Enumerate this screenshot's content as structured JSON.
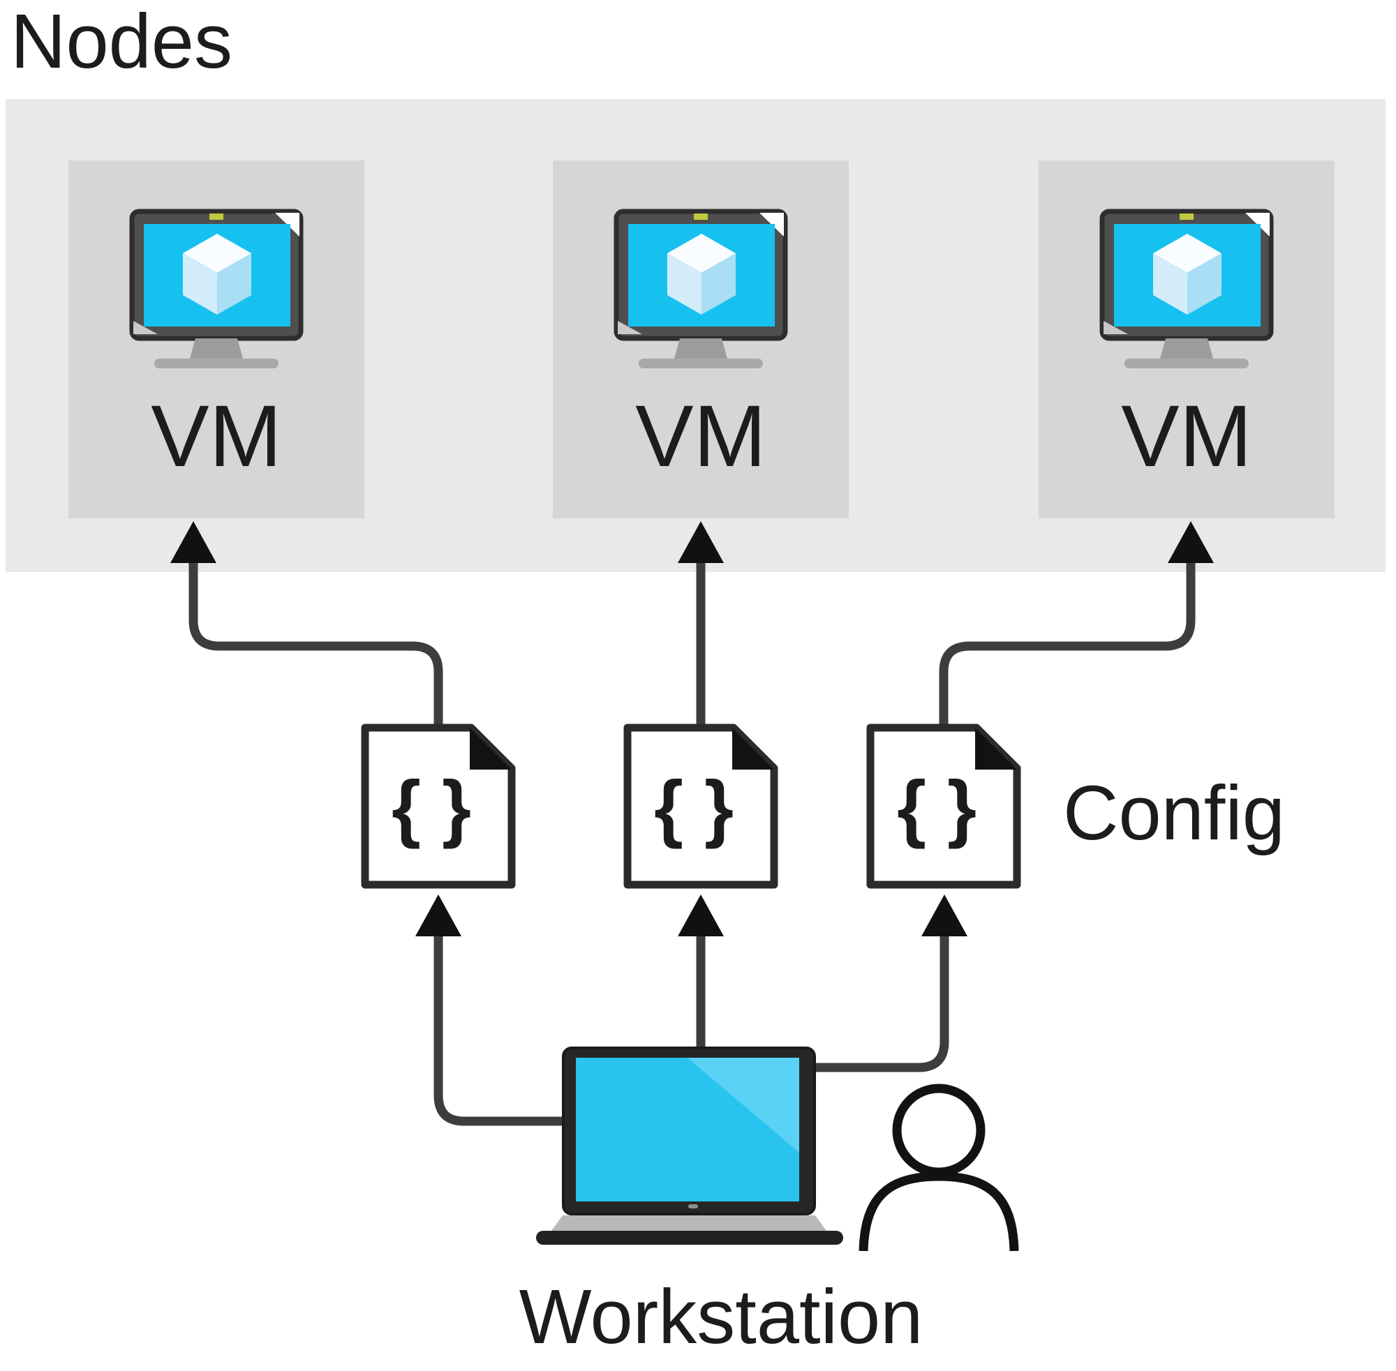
{
  "diagram_title": "Nodes",
  "nodes_region": {
    "label": "Nodes",
    "vms": [
      {
        "label": "VM"
      },
      {
        "label": "VM"
      },
      {
        "label": "VM"
      }
    ]
  },
  "configs": {
    "label": "Config",
    "files": [
      {
        "glyph": "{ }"
      },
      {
        "glyph": "{ }"
      },
      {
        "glyph": "{ }"
      }
    ]
  },
  "workstation": {
    "label": "Workstation"
  },
  "icons": {
    "vm": "monitor-with-cube-icon",
    "config": "json-file-icon",
    "workstation": "laptop-icon",
    "user": "person-icon",
    "connector": "elbow-arrow"
  },
  "colors": {
    "band": "#e9e9e9",
    "node_box": "#d6d6d6",
    "text": "#1c1c1c",
    "line": "#3d3d3d",
    "arrow": "#111111",
    "monitor_frame": "#4f4f4f",
    "monitor_frame_dark": "#2e2e2e",
    "screen_cyan": "#17c1ef",
    "laptop_screen": "#29c3ef",
    "laptop_highlight": "#5ad2f6",
    "laptop_dark": "#262626",
    "cube_top": "#fafdff",
    "cube_left": "#d2ecfa",
    "cube_right": "#a9def5",
    "doc_border": "#2b2b2b",
    "doc_fill": "#ffffff",
    "metal_gray": "#a9a9a9",
    "power_led": "#c3c93d"
  }
}
